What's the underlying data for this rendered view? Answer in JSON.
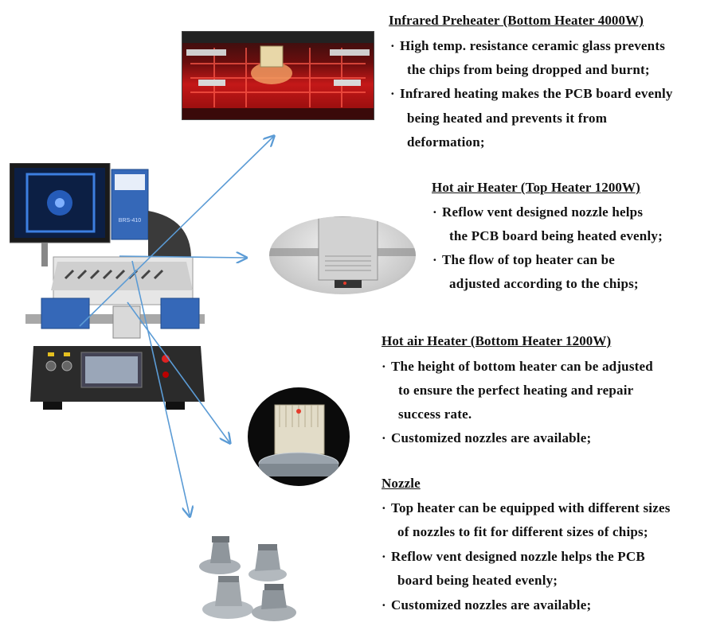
{
  "sections": [
    {
      "title": "Infrared Preheater (Bottom Heater 4000W)",
      "lines": [
        {
          "bullet": "·",
          "text": "High temp. resistance ceramic glass prevents"
        },
        {
          "bullet": "",
          "text": "the chips from being dropped and burnt;"
        },
        {
          "bullet": "·",
          "text": "Infrared heating makes the PCB board evenly"
        },
        {
          "bullet": "",
          "text": "being heated and prevents it from"
        },
        {
          "bullet": "",
          "text": "deformation;"
        }
      ]
    },
    {
      "title": "Hot air Heater (Top Heater 1200W)",
      "lines": [
        {
          "bullet": "·",
          "text": "Reflow vent designed nozzle helps"
        },
        {
          "bullet": "",
          "text": "the PCB board being heated evenly;"
        },
        {
          "bullet": "·",
          "text": "The flow of top heater can be"
        },
        {
          "bullet": "",
          "text": "adjusted according to the chips;"
        }
      ]
    },
    {
      "title": "Hot air Heater (Bottom Heater 1200W)",
      "lines": [
        {
          "bullet": "·",
          "text": "The height of bottom heater can be adjusted"
        },
        {
          "bullet": "",
          "text": "to ensure the perfect heating and repair"
        },
        {
          "bullet": "",
          "text": "success rate."
        },
        {
          "bullet": "·",
          "text": "Customized nozzles are available;"
        }
      ]
    },
    {
      "title": "Nozzle",
      "lines": [
        {
          "bullet": "·",
          "text": "Top heater can be equipped with different sizes"
        },
        {
          "bullet": "",
          "text": "of nozzles to fit for different sizes of chips;"
        },
        {
          "bullet": "·",
          "text": "Reflow vent designed nozzle helps the PCB"
        },
        {
          "bullet": "",
          "text": "board being heated evenly;"
        },
        {
          "bullet": "·",
          "text": "Customized nozzles are available;"
        }
      ]
    }
  ],
  "machine": {
    "model_label": "BRS-410"
  },
  "colors": {
    "arrow": "#5b9bd5",
    "machine_blue": "#3568b8",
    "machine_body": "#2b2b2b",
    "infrared_red": "#c41818"
  }
}
